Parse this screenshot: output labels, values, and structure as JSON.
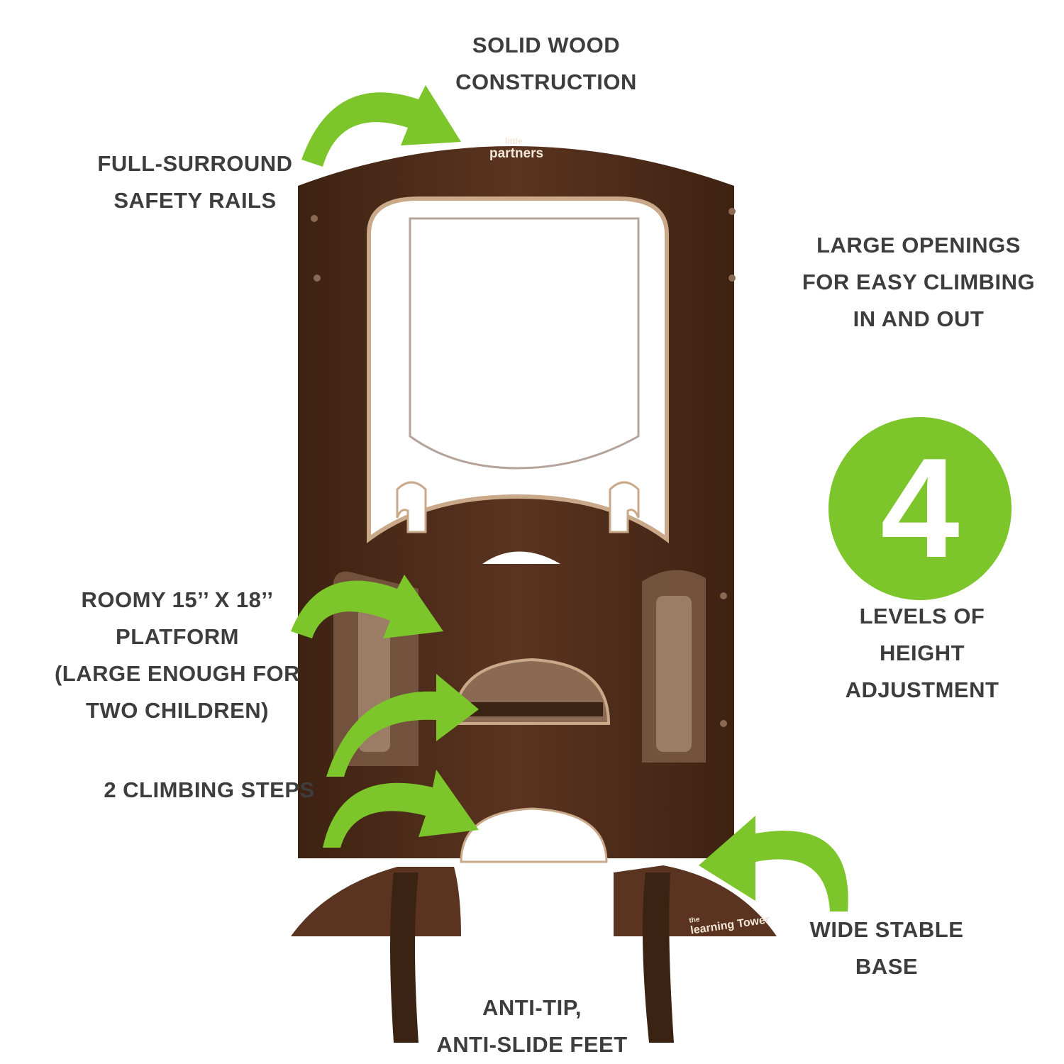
{
  "labels": {
    "solid_wood": "SOLID WOOD\nCONSTRUCTION",
    "safety_rails": "FULL-SURROUND\nSAFETY RAILS",
    "large_openings": "LARGE OPENINGS\nFOR EASY CLIMBING\nIN AND OUT",
    "platform": "ROOMY 15’’ X 18’’\nPLATFORM\n(LARGE ENOUGH FOR\nTWO CHILDREN)",
    "levels": "LEVELS OF\nHEIGHT\nADJUSTMENT",
    "climbing_steps": "2 CLIMBING STEPS",
    "anti_tip": "ANTI-TIP,\nANTI-SLIDE FEET",
    "wide_base": "WIDE STABLE\nBASE"
  },
  "badge": {
    "number": "4"
  },
  "brands": {
    "top_small": "little",
    "top_main": "partners",
    "bottom_small": "the",
    "bottom_main": "learning Tower"
  },
  "colors": {
    "accent_green": "#7cc52b",
    "wood_dark": "#4a2a17",
    "wood_mid": "#5c3520",
    "text_dark": "#3d3d3d"
  },
  "icons": [
    "curved-arrow-icon",
    "tower-illustration"
  ]
}
